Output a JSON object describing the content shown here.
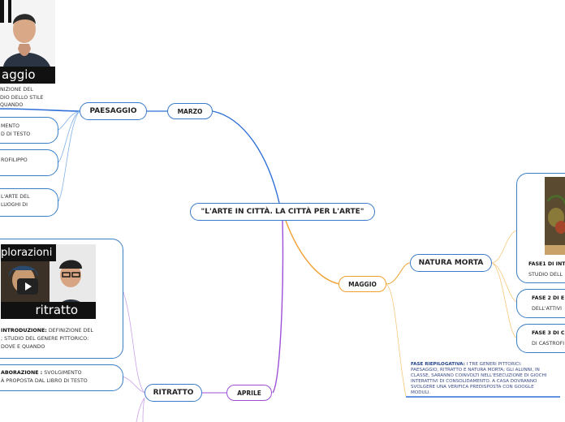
{
  "central": {
    "label": "\"L'ARTE IN CITTÀ. LA CITTÀ PER L'ARTE\""
  },
  "months": {
    "marzo": "MARZO",
    "maggio": "MAGGIO",
    "aprile": "APRILE"
  },
  "topics": {
    "paesaggio": "PAESAGGIO",
    "natura_morta": "NATURA MORTA",
    "ritratto": "RITRATTO"
  },
  "paesaggio_cards": {
    "video_title": "aggio",
    "video_lines": [
      "NIZIONE DEL",
      "DIO DELLO STILE",
      "QUANDO"
    ],
    "c1": [
      "MENTO",
      "D DI TESTO"
    ],
    "c2": [
      "ROFILIPPO"
    ],
    "c3": [
      "L'ARTE DEL",
      "LUOGHI DI"
    ]
  },
  "ritratto_cards": {
    "video_top": "plorazioni",
    "video_bottom": "ritratto",
    "intro_bold": "INTRODUZIONE:",
    "intro_lines": [
      " DEFINIZIONE DEL",
      "; STUDIO DEL GENERE PITTORICO:",
      "DOVE E QUANDO"
    ],
    "elab_bold": "ABORAZIONE :",
    "elab_lines": [
      " SVOLGIMENTO",
      "À PROPOSTA DAL LIBRO DI TESTO"
    ]
  },
  "natura_cards": {
    "fase1": [
      "FASE1 DI INT",
      "STUDIO DELL"
    ],
    "fase2": [
      "FASE 2 DI E",
      "DELL'ATTIVI"
    ],
    "fase3": [
      "FASE 3 DI C",
      "DI CASTROFI"
    ]
  },
  "riepilogo": {
    "bold": "FASE RIEPILOGATIVA:",
    "lines": [
      " I TRE GENERI PITTORICI:",
      "PAESAGGIO, RITRATTO E NATURA MORTA; GLI ALUNNI, IN",
      "CLASSE, SARANNO COINVOLTI NELL'ESECUZIONE DI GIOCHI",
      "INTERATTIVI DI CONSOLIDAMENTO. A CASA DOVRANNO",
      "SVOLGERE UNA VERIFICA PREDISPOSTA CON GOOGLE",
      "MODULI."
    ]
  },
  "colors": {
    "blue": "#3a78c9",
    "orange": "#f0a030",
    "purple": "#9b4fd6"
  }
}
